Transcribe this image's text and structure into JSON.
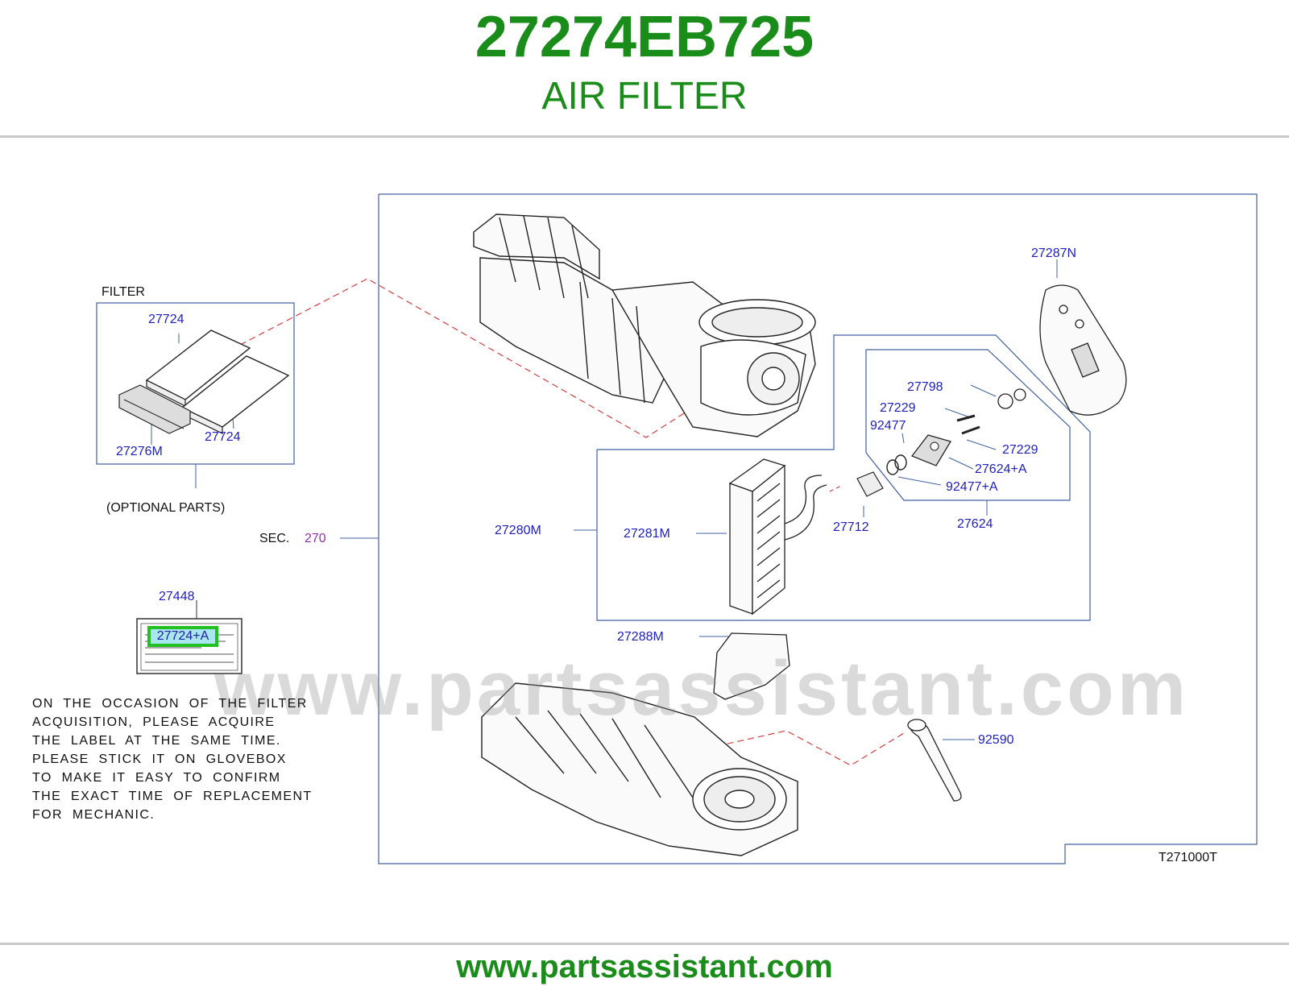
{
  "header": {
    "part_number": "27274EB725",
    "part_name": "AIR FILTER"
  },
  "footer": {
    "url": "www.partsassistant.com"
  },
  "watermark": "www.partsassistant.com",
  "diagram": {
    "filter_title": "FILTER",
    "optional_parts": "(OPTIONAL   PARTS)",
    "sec_label": "SEC.",
    "sec_number": "270",
    "diagram_code": "T271000T",
    "highlighted_part": "27724+A",
    "labels": {
      "filter_top": "27724",
      "filter_bottom": "27724",
      "filter_holder": "27276M",
      "label_sticker": "27448",
      "heater_case": "27287N",
      "evap_block": "27798",
      "bolt_a": "27229",
      "bolt_b": "27229",
      "oring_a": "92477",
      "valve": "27624+A",
      "oring_b": "92477+A",
      "valve_assy": "27624",
      "bracket": "27712",
      "evap_assy": "27280M",
      "evap_core": "27281M",
      "lower_cover": "27288M",
      "duct": "92590"
    },
    "note_lines": [
      "ON THE OCCASION OF THE FILTER",
      "ACQUISITION, PLEASE ACQUIRE",
      "THE LABEL AT THE SAME TIME.",
      "PLEASE STICK IT ON GLOVEBOX",
      "TO MAKE IT EASY TO CONFIRM",
      "THE EXACT TIME OF REPLACEMENT",
      "FOR MECHANIC."
    ]
  }
}
